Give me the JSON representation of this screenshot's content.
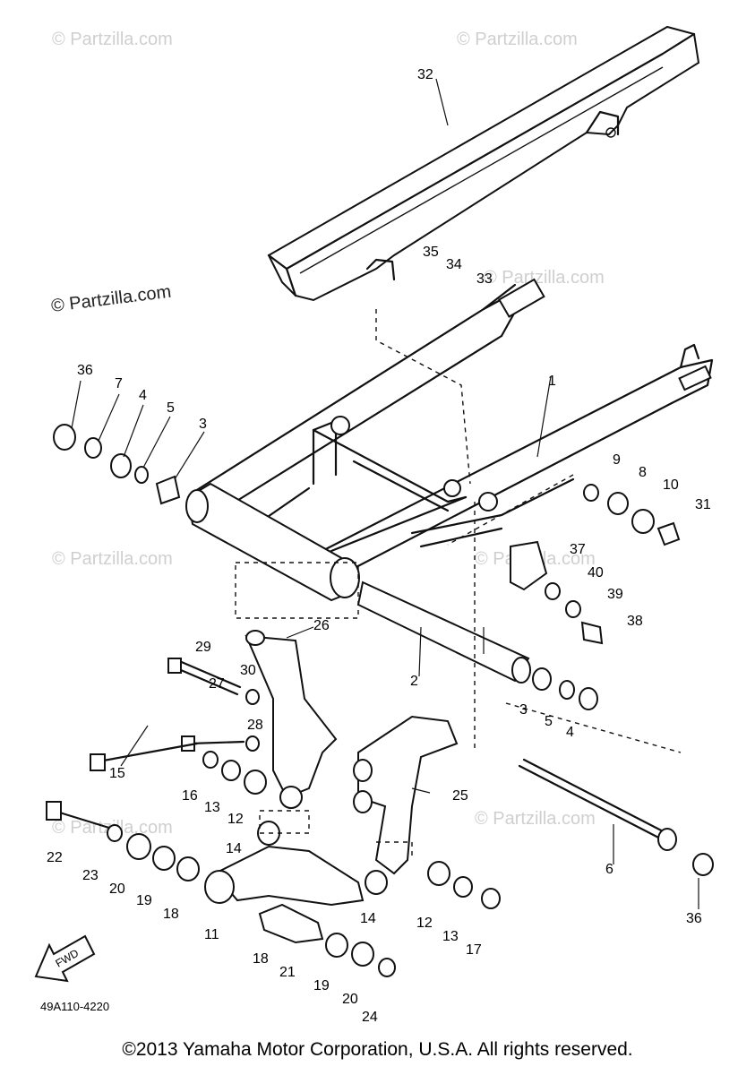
{
  "watermarks": {
    "faint": "© Partzilla.com",
    "dark": "© Partzilla.com"
  },
  "diagram_code": "49A110-4220",
  "fwd_label": "FWD",
  "callouts": [
    "32",
    "35",
    "34",
    "33",
    "36",
    "7",
    "4",
    "5",
    "3",
    "1",
    "9",
    "8",
    "10",
    "31",
    "37",
    "40",
    "39",
    "38",
    "26",
    "29",
    "30",
    "2",
    "27",
    "28",
    "3",
    "5",
    "4",
    "15",
    "16",
    "13",
    "12",
    "25",
    "22",
    "23",
    "20",
    "19",
    "18",
    "14",
    "11",
    "14",
    "12",
    "13",
    "17",
    "6",
    "36",
    "18",
    "21",
    "19",
    "20",
    "24"
  ],
  "copyright": "©2013 Yamaha Motor Corporation, U.S.A. All rights reserved."
}
